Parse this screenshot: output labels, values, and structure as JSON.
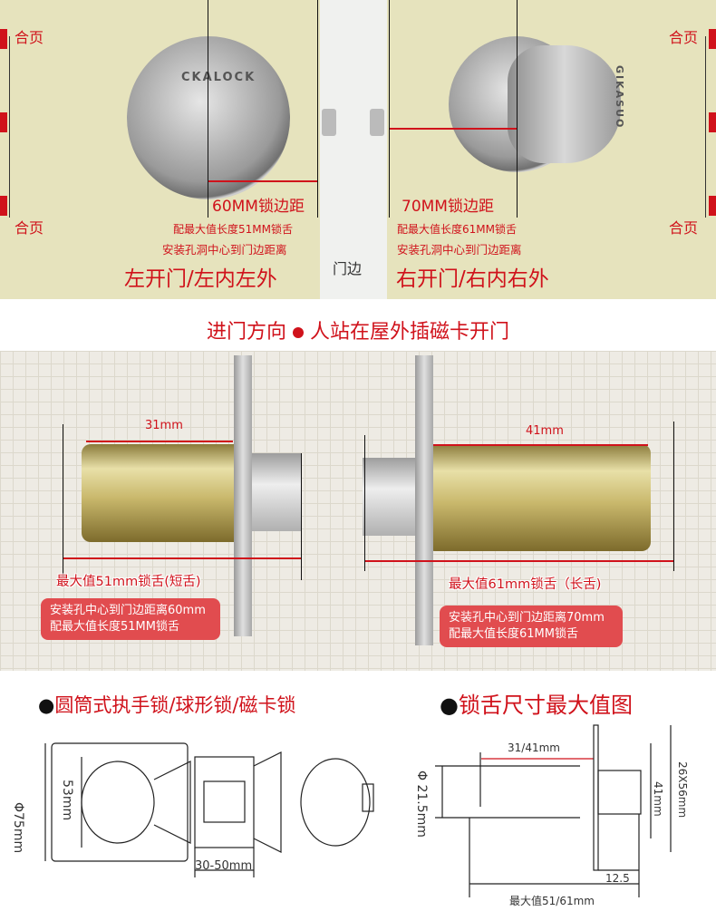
{
  "top": {
    "hinge_label": "合页",
    "door_edge": "门边",
    "left": {
      "brand": "CKALOCK",
      "distance": "60MM锁边距",
      "line1": "配最大值长度51MM锁舌",
      "line2": "安装孔洞中心到门边距离",
      "title": "左开门/左内左外"
    },
    "right": {
      "brand": "GIKASUO",
      "distance": "70MM锁边距",
      "line1": "配最大值长度61MM锁舌",
      "line2": "安装孔洞中心到门边距离",
      "title": "右开门/右内右外"
    }
  },
  "direction": {
    "left": "进门方向",
    "right": "人站在屋外插磁卡开门"
  },
  "photo": {
    "left": {
      "length": "31mm",
      "max": "最大值51mm锁舌(短舌)",
      "note1": "安装孔中心到门边距离60mm",
      "note2": "配最大值长度51MM锁舌"
    },
    "right": {
      "length": "41mm",
      "max": "最大值61mm锁舌（长舌)",
      "note1": "安装孔中心到门边距离70mm",
      "note2": "配最大值长度61MM锁舌"
    }
  },
  "diagram_left": {
    "title": "圆筒式执手锁/球形锁/磁卡锁",
    "dia": "Φ75mm",
    "inner": "53mm",
    "width": "30-50mm"
  },
  "diagram_right": {
    "title": "锁舌尺寸最大值图",
    "len": "31/41mm",
    "dia": "Φ 21.5mm",
    "h": "41mm",
    "plate": "26X56mm",
    "depth": "12.5",
    "max": "最大值51/61mm"
  },
  "colors": {
    "red": "#d0121b",
    "bg": "#e6e3bd"
  }
}
